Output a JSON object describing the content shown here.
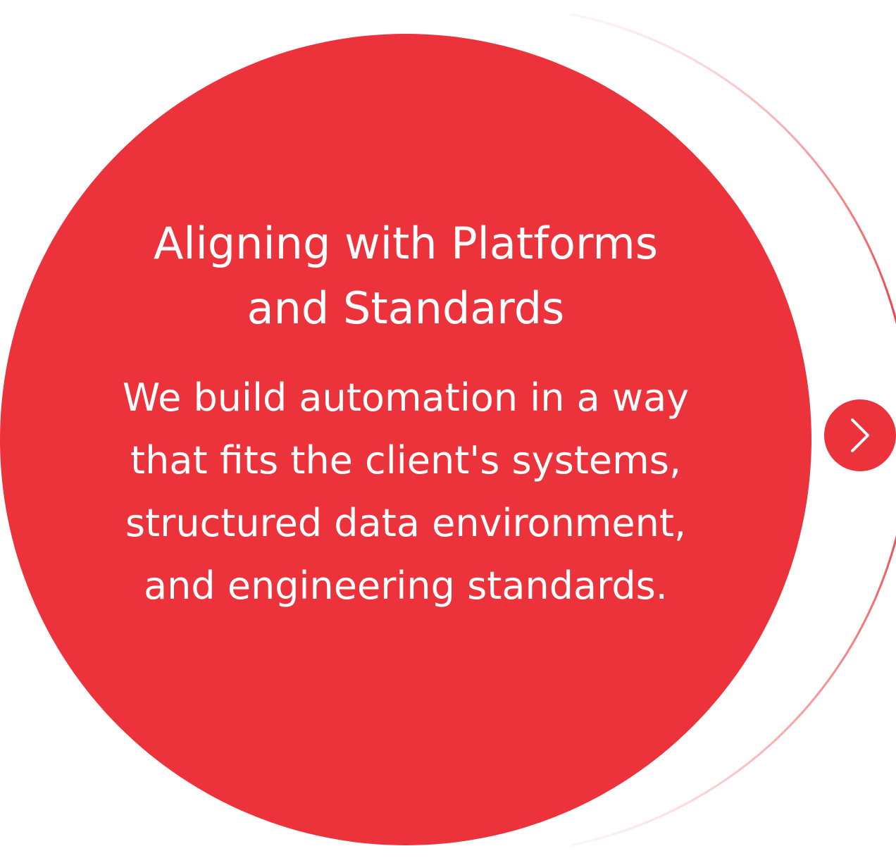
{
  "card": {
    "title_lines": [
      "Aligning with Platforms",
      "and Standards"
    ],
    "body_lines": [
      "We build automation in a way",
      "that fits the client's systems,",
      "structured data environment,",
      "and engineering standards."
    ]
  },
  "controls": {
    "next_icon": "chevron-right-icon"
  },
  "colors": {
    "accent": "#ec323a",
    "text": "#ffffff",
    "background": "#ffffff"
  }
}
